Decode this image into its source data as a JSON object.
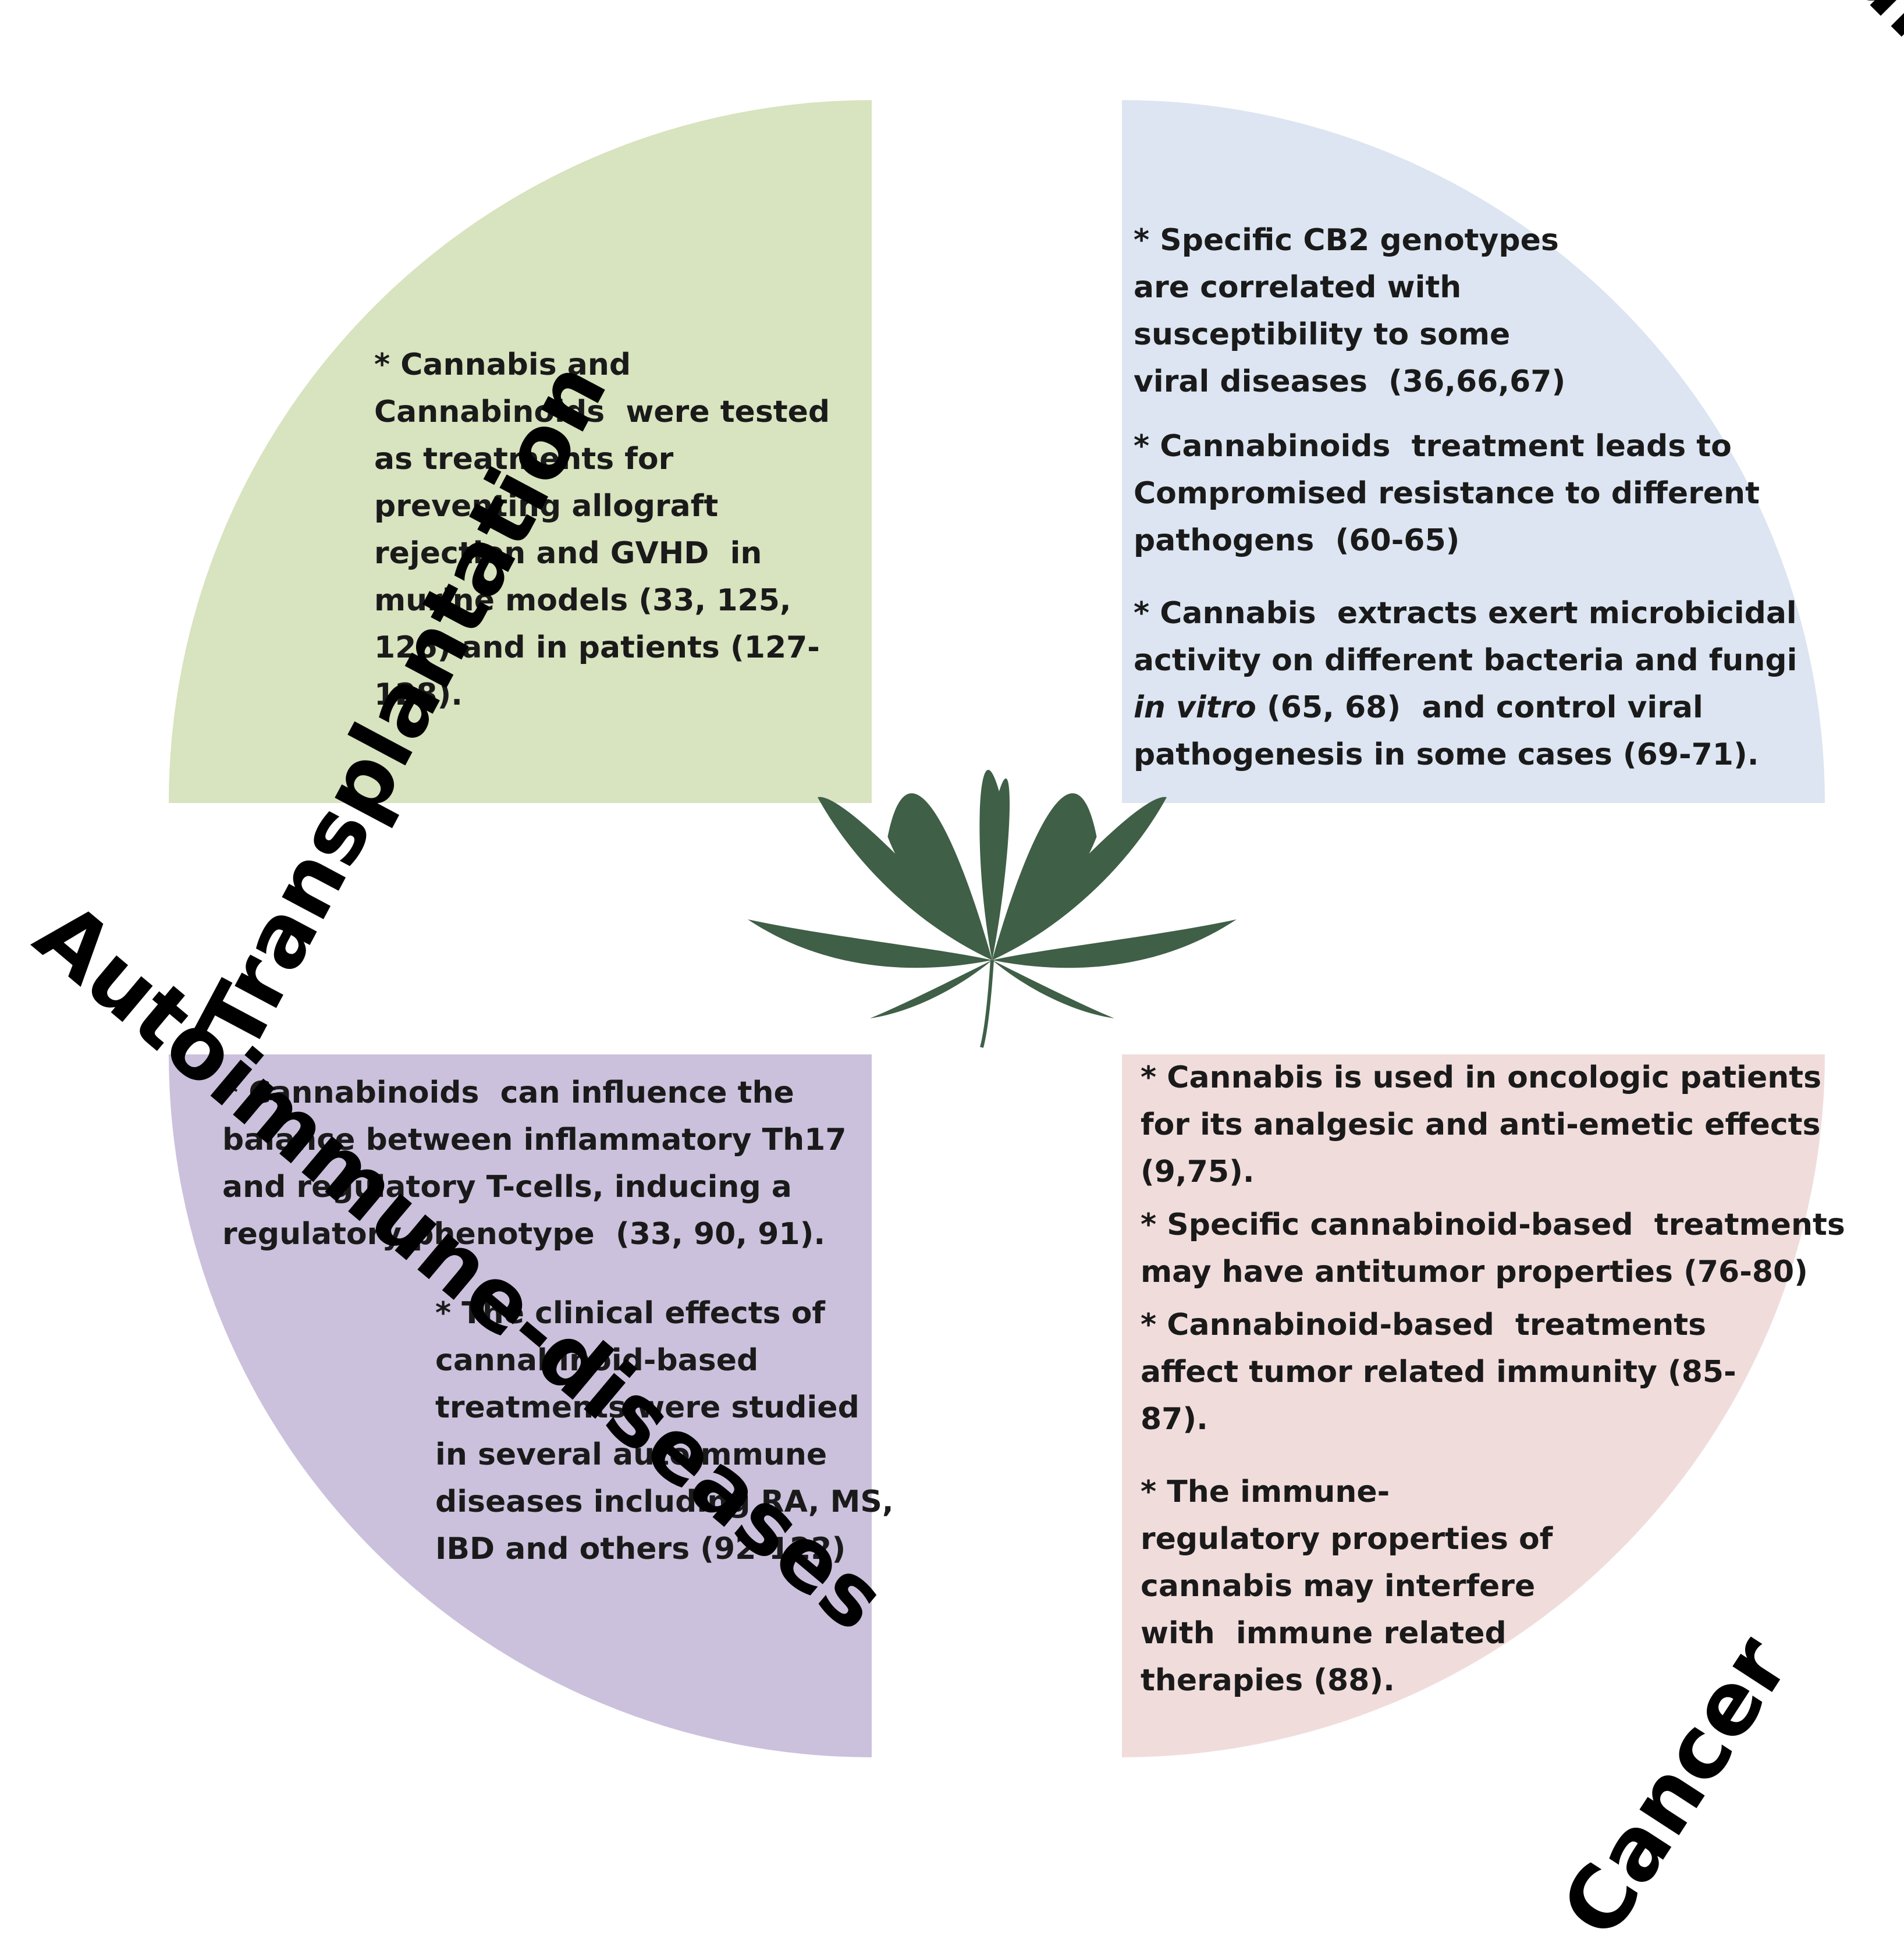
{
  "colors": {
    "transplantation": "#d8e3bf",
    "infectious": "#dce5f1",
    "autoimmune": "#cbc1dc",
    "cancer": "#f1dcdc",
    "leaf": "#3f5f47",
    "text": "#1a1a1a"
  },
  "center_icon": "cannabis-leaf-icon",
  "quadrants": {
    "transplantation": {
      "title": "Transplantation",
      "lines": [
        "* Cannabis and",
        "Cannabinoids  were tested",
        "as treatments for",
        "preventing allograft",
        "rejection and GVHD  in",
        "murine models (33, 125,",
        "126) and in patients (127-",
        "128)."
      ]
    },
    "infectious": {
      "title": "Infectious diseases",
      "lines": [
        "* Specific CB2 genotypes",
        "are correlated with",
        "susceptibility to some",
        "viral diseases  (36,66,67)",
        "* Cannabinoids  treatment leads to",
        "Compromised resistance to different",
        "pathogens  (60-65)",
        "* Cannabis  extracts exert microbicidal",
        "activity on different bacteria and fungi",
        "in vitro (65, 68)  and control viral",
        "pathogenesis in some cases (69-71)."
      ]
    },
    "autoimmune": {
      "title": "Autoimmune-diseases",
      "lines_top": [
        "* Cannabinoids  can influence the",
        "balance between inflammatory Th17",
        "and regulatory T-cells, inducing a",
        "regulatory phenotype  (33, 90, 91)."
      ],
      "lines_bottom": [
        "* The clinical effects of",
        "cannabinoid-based",
        "treatments were studied",
        "in several autoimmune",
        "diseases including RA, MS,",
        "IBD and others (92-122)"
      ]
    },
    "cancer": {
      "title": "Cancer",
      "lines": [
        "* Cannabis is used in oncologic patients",
        "for its analgesic and anti-emetic effects",
        "(9,75).",
        "* Specific cannabinoid-based  treatments",
        "may have antitumor properties (76-80)",
        "* Cannabinoid-based  treatments",
        "affect tumor related immunity (85-",
        "87).",
        "* The immune-",
        "regulatory properties of",
        "cannabis may interfere",
        "with  immune related",
        "therapies (88)."
      ]
    }
  }
}
